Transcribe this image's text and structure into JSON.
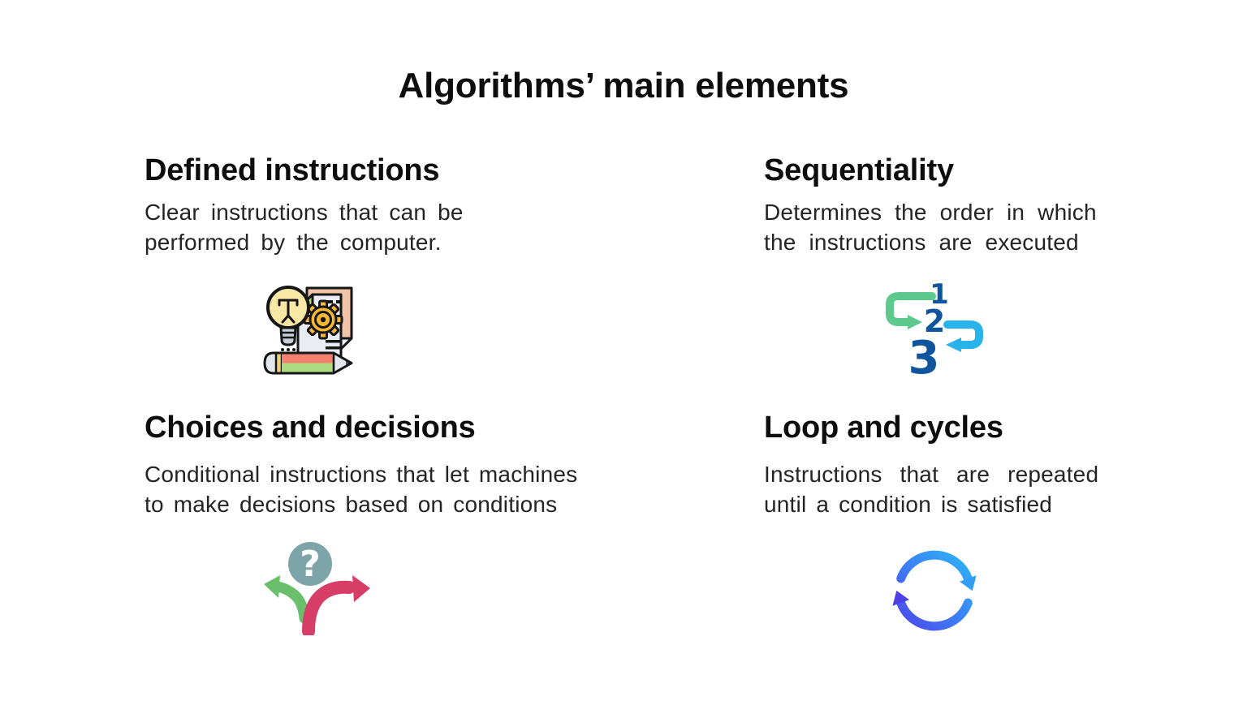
{
  "slide": {
    "title": "Algorithms’ main elements",
    "sections": {
      "defined": {
        "heading": "Defined instructions",
        "lines": [
          "Clear instructions that can be",
          "performed by the computer."
        ],
        "icon": "lightbulb-document-gear-pencil-icon"
      },
      "sequentiality": {
        "heading": "Sequentiality",
        "lines": [
          "Determines the order in which",
          "the instructions are executed"
        ],
        "icon": "numbered-steps-arrows-icon",
        "steps": [
          "1",
          "2",
          "3"
        ]
      },
      "choices": {
        "heading": "Choices and decisions",
        "lines": [
          "Conditional instructions that let machines",
          "to make decisions based on conditions"
        ],
        "icon": "question-branching-arrows-icon",
        "question_mark": "?"
      },
      "loop": {
        "heading": "Loop and cycles",
        "lines": [
          "Instructions that are repeated",
          "until a condition is satisfied"
        ],
        "icon": "circular-arrows-icon"
      }
    },
    "colors": {
      "text_heading": "#0d0d0d",
      "text_body": "#242424",
      "step_number_blue": "#0f559e",
      "seq_arrow_green": "#5dc98c",
      "seq_arrow_light_blue": "#2ab3ea",
      "choices_circle_teal": "#7da4a9",
      "choices_arrow_green": "#69bf6c",
      "choices_arrow_pink": "#d63e68",
      "loop_gradient_start": "#2bbdf7",
      "loop_gradient_end": "#4f3ee8",
      "bulb_yellow": "#f9e7a6",
      "gear_yellow": "#f6b832",
      "doc_back_salmon": "#f1c4a9",
      "doc_front_grey": "#e9ecf3",
      "pencil_red": "#f5826f",
      "pencil_green": "#abdb7e"
    }
  }
}
